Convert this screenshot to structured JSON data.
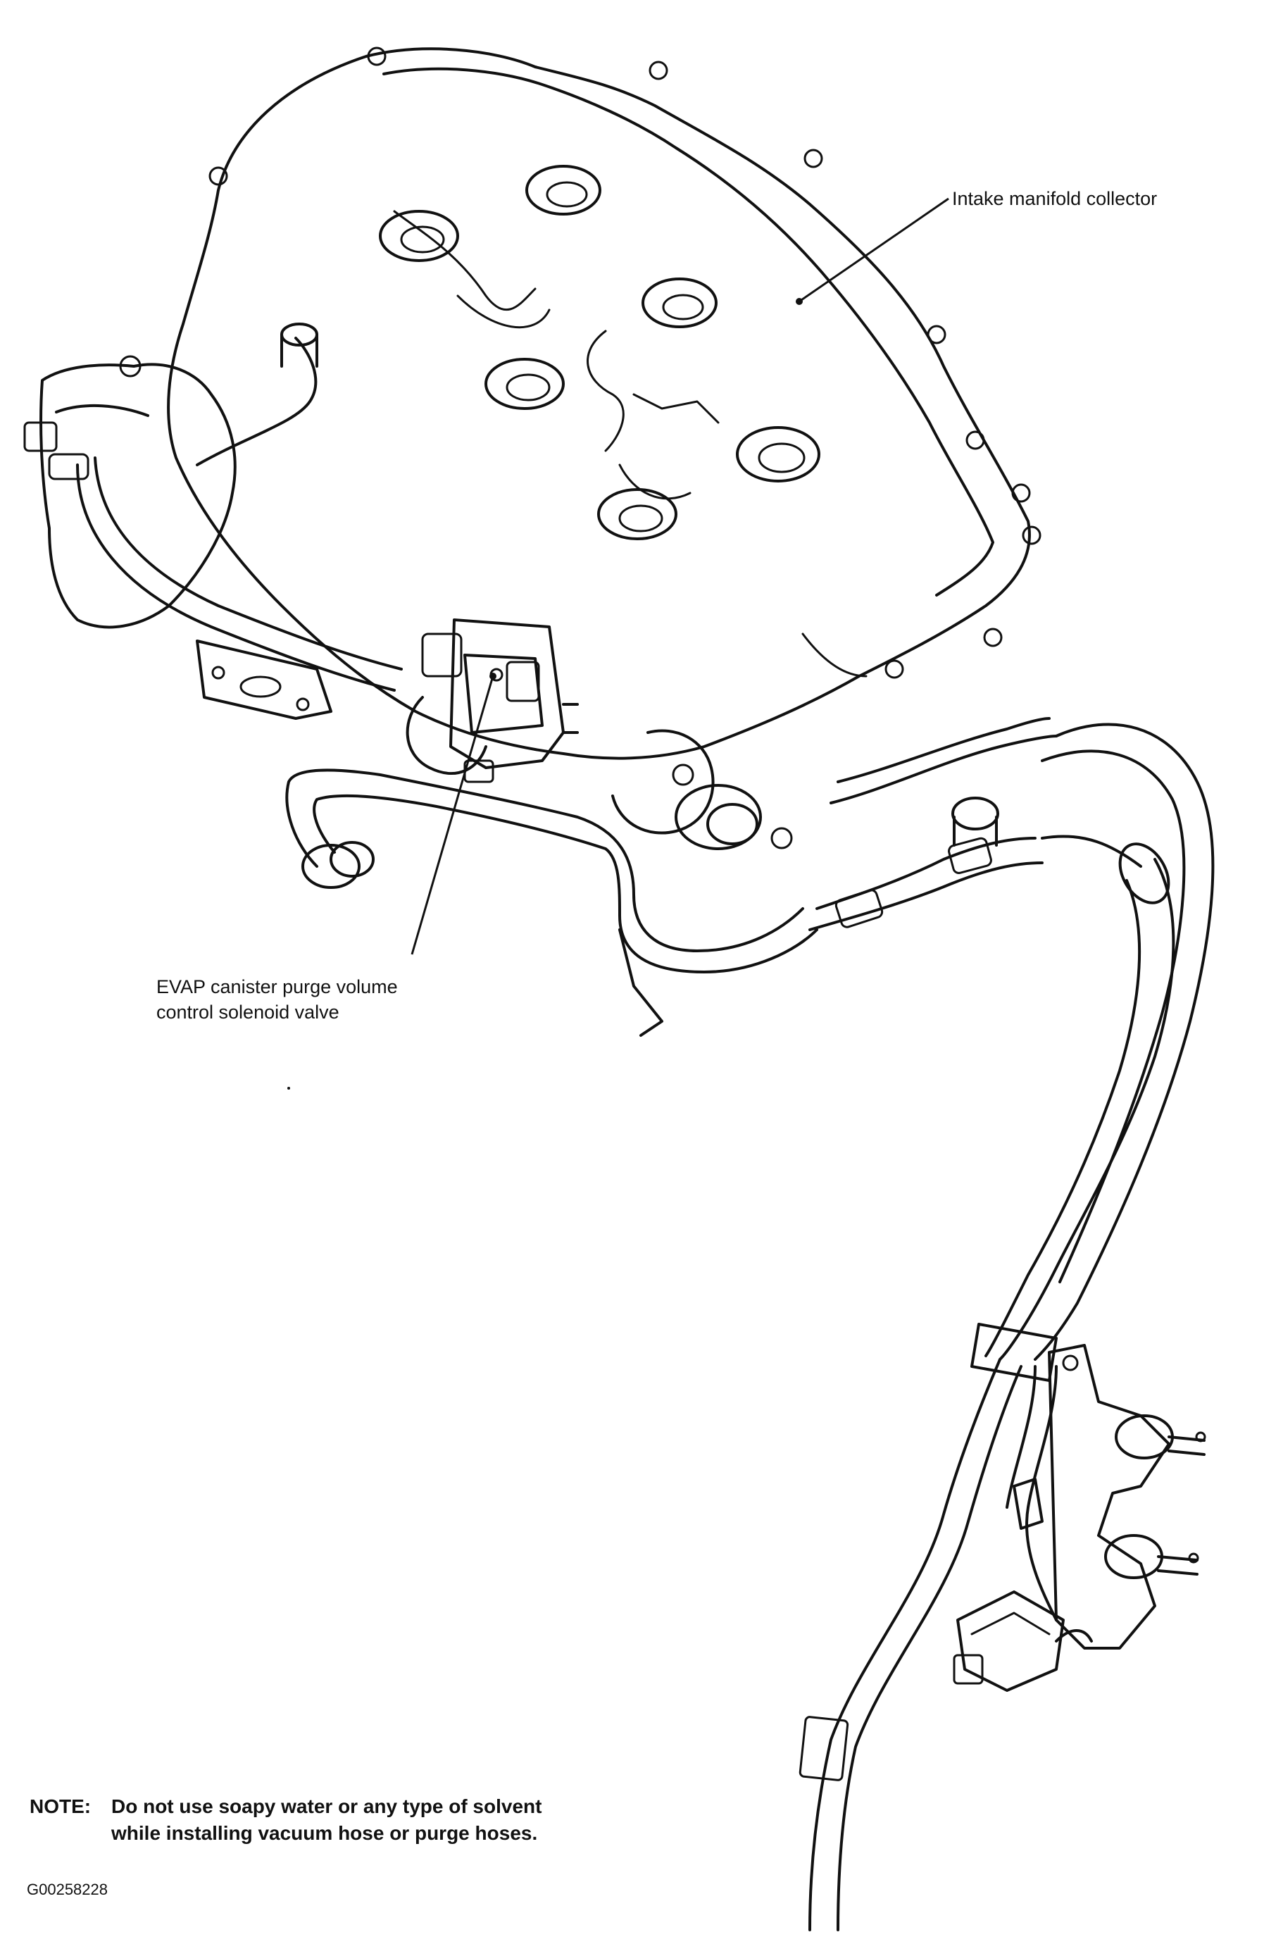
{
  "labels": {
    "intake_manifold_collector": "Intake manifold collector",
    "evap_valve_line1": "EVAP canister purge volume",
    "evap_valve_line2": "control solenoid valve"
  },
  "note": {
    "prefix": "NOTE:",
    "line1": "Do not use soapy water or any type of solvent",
    "line2": "while installing vacuum hose or purge hoses."
  },
  "figure_id": "G00258228"
}
